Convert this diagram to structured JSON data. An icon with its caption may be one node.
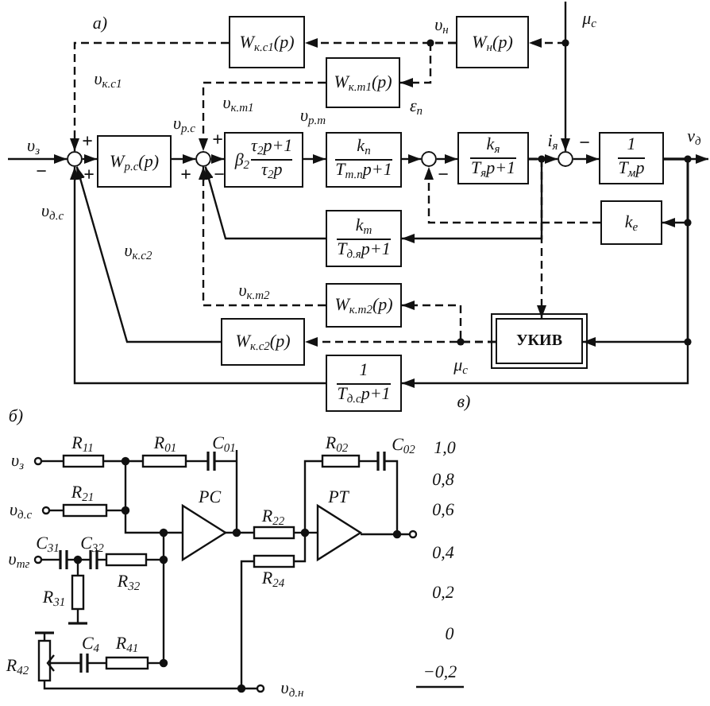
{
  "diagram": {
    "nodes": [
      {
        "text": [],
        "shape": "circle"
      },
      {
        "text": [
          "W$_{р.с}$(p)"
        ]
      },
      {
        "text": [],
        "shape": "circle"
      },
      {
        "text": [
          "β$_{2}$",
          "τ$_{2}$p+1",
          "τ$_{2}$p"
        ]
      },
      {
        "text": [
          "k$_{п}$",
          "T$_{т.п}$p+1"
        ]
      },
      {
        "text": [],
        "shape": "circle"
      },
      {
        "text": [
          "k$_{я}$",
          "T$_{я}$p+1"
        ]
      },
      {
        "text": [],
        "shape": "circle"
      },
      {
        "text": [
          "1",
          "T$_{м}$p"
        ]
      },
      {
        "text": [
          "k$_{e}$"
        ]
      },
      {
        "text": [
          "k$_{т}$",
          "T$_{д.я}$p+1"
        ]
      },
      {
        "text": [
          "W$_{к.т2}$(p)"
        ]
      },
      {
        "text": [
          "W$_{к.с1}$(p)"
        ]
      },
      {
        "text": [
          "W$_{к.т1}$(p)"
        ]
      },
      {
        "text": [
          "W$_{н}$(p)"
        ]
      },
      {
        "text": [
          "УКИВ"
        ]
      },
      {
        "text": [
          "W$_{к.с2}$(p)"
        ]
      },
      {
        "text": [
          "1",
          "T$_{д.с}$p+1"
        ]
      }
    ],
    "edges": [
      {
        "from": null,
        "to": 0,
        "arrow": "to",
        "label": "υ$_{з}$"
      },
      {
        "from": 0,
        "to": 1,
        "arrow": "to"
      },
      {
        "from": 1,
        "to": 2,
        "arrow": "to"
      },
      {
        "from": 2,
        "to": 3,
        "arrow": "to"
      },
      {
        "from": 3,
        "to": 4,
        "arrow": "to"
      },
      {
        "from": 4,
        "to": 5,
        "arrow": "to"
      },
      {
        "from": 5,
        "to": 6,
        "arrow": "to"
      },
      {
        "from": 6,
        "to": 7,
        "arrow": "to"
      },
      {
        "from": 7,
        "to": 8,
        "arrow": "to"
      },
      {
        "from": 8,
        "to": null,
        "arrow": "to",
        "label": "ν$_{д}$"
      },
      {
        "from": null,
        "to": 7,
        "arrow": "to",
        "label": "μ$_{с}$"
      },
      {
        "from": null,
        "to": 14,
        "arrow": "to",
        "style": "dashed"
      },
      {
        "from": 14,
        "to": 12,
        "arrow": "to",
        "style": "dashed"
      },
      {
        "from": 14,
        "to": 13,
        "arrow": "to",
        "style": "dashed"
      },
      {
        "from": 12,
        "to": 0,
        "arrow": "to",
        "style": "dashed"
      },
      {
        "from": 13,
        "to": 2,
        "arrow": "to",
        "style": "dashed"
      },
      {
        "from": 8,
        "to": 9,
        "arrow": "to"
      },
      {
        "from": 9,
        "to": 5,
        "arrow": "to",
        "style": "dashed"
      },
      {
        "from": 6,
        "to": 10,
        "arrow": "to"
      },
      {
        "from": 10,
        "to": 2,
        "arrow": "to"
      },
      {
        "from": 6,
        "to": 15,
        "arrow": "to",
        "style": "dashed"
      },
      {
        "from": 8,
        "to": 15,
        "arrow": "to"
      },
      {
        "from": 15,
        "to": 11,
        "arrow": "to",
        "style": "dashed"
      },
      {
        "from": 15,
        "to": 16,
        "arrow": "to",
        "style": "dashed"
      },
      {
        "from": 11,
        "to": 2,
        "arrow": "to",
        "style": "dashed"
      },
      {
        "from": 16,
        "to": 0,
        "arrow": "to"
      },
      {
        "from": 8,
        "to": 17,
        "arrow": "to"
      },
      {
        "from": 17,
        "to": 0,
        "arrow": "to"
      }
    ],
    "labels": [
      "а)",
      "υ$_{н}$",
      "υ$_{к.с1}$",
      "υ$_{к.т1}$",
      "ε$_{п}$",
      "υ$_{р.т}$",
      "υ$_{р.с}$",
      "+",
      "+",
      "i$_{я}$",
      "−",
      "−",
      "+",
      "+",
      "−",
      "−",
      "υ$_{д.с}$",
      "υ$_{к.с2}$",
      "υ$_{к.т2}$",
      "μ$_{с}$",
      "б)",
      "в)",
      "R$_{11}$",
      "R$_{01}$",
      "C$_{01}$",
      "R$_{02}$",
      "C$_{02}$",
      "1,0",
      "υ$_{з}$",
      "0,8",
      "R$_{21}$",
      "РС",
      "РТ",
      "υ$_{д.с}$",
      "0,6",
      "R$_{22}$",
      "C$_{31}$",
      "C$_{32}$",
      "υ$_{тг}$",
      "0,4",
      "R$_{31}$",
      "R$_{32}$",
      "R$_{24}$",
      "0,2",
      "0",
      "C$_{4}$",
      "R$_{41}$",
      "R$_{42}$",
      "−0,2",
      "υ$_{д.н}$"
    ]
  }
}
